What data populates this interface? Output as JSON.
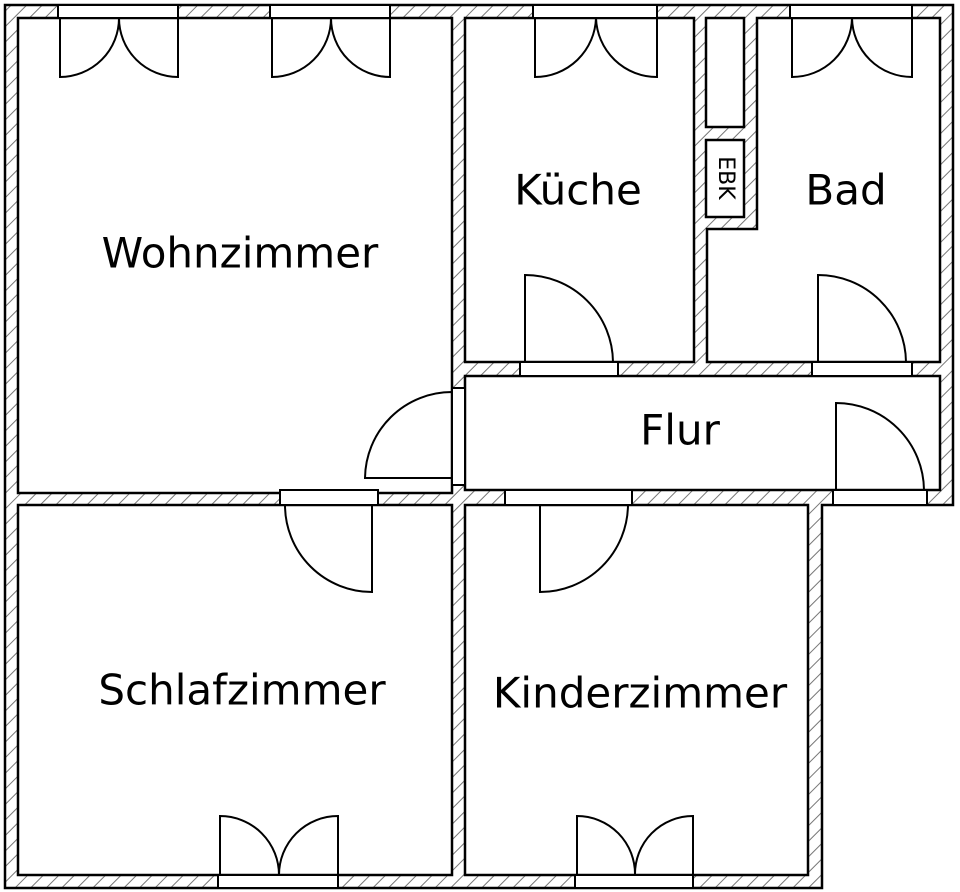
{
  "floorplan": {
    "rooms": {
      "wohnzimmer": "Wohnzimmer",
      "kueche": "Küche",
      "bad": "Bad",
      "flur": "Flur",
      "schlafzimmer": "Schlafzimmer",
      "kinderzimmer": "Kinderzimmer"
    },
    "ebk_label": "EBK",
    "colors": {
      "wall_line": "#000000",
      "hatch": "#777777",
      "background": "#ffffff"
    }
  }
}
